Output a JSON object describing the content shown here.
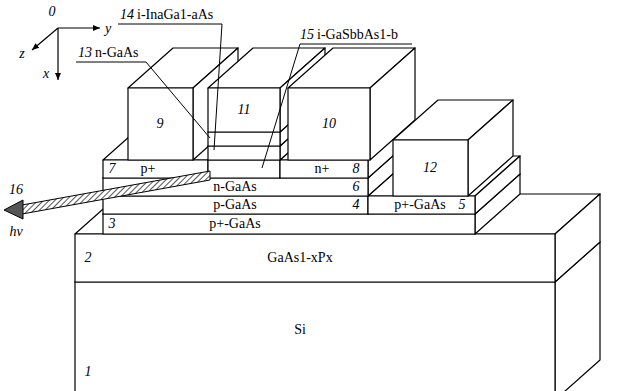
{
  "diagram": {
    "labels": [
      "0",
      "y",
      "z",
      "x",
      "14",
      "i-InaGa1-aAs",
      "15",
      "i-GaSbbAs1-b",
      "13",
      "n-GaAs",
      "9",
      "11",
      "10",
      "12",
      "7",
      "p+",
      "n+",
      "8",
      "16",
      "n-GaAs",
      "6",
      "p-GaAs",
      "4",
      "p+-GaAs",
      "5",
      "hν",
      "3",
      "p+-GaAs",
      "2",
      "GaAs1-xPx",
      "Si",
      "1"
    ]
  }
}
